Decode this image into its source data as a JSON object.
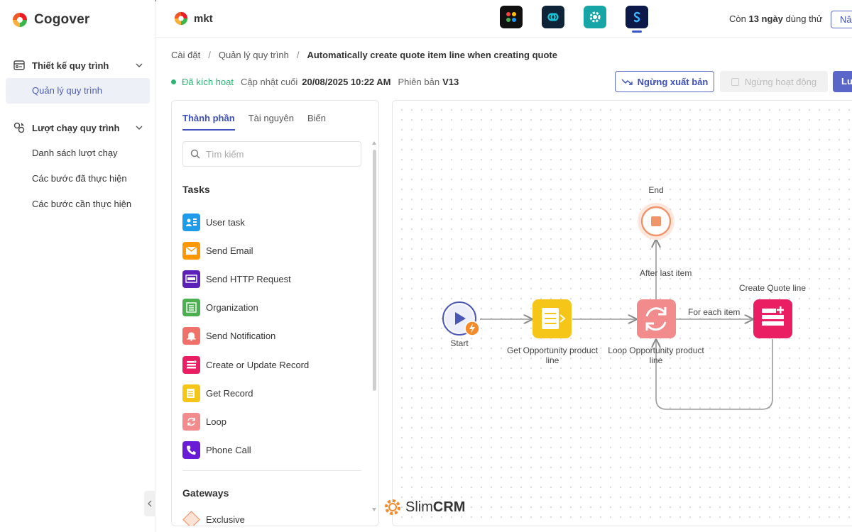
{
  "brand": {
    "name": "Cogover"
  },
  "workspace": {
    "name": "mkt"
  },
  "sidebar": {
    "groups": [
      {
        "label": "Thiết kế quy trình",
        "items": [
          {
            "label": "Quản lý quy trình",
            "active": true
          }
        ]
      },
      {
        "label": "Lượt chạy quy trình",
        "items": [
          {
            "label": "Danh sách lượt chạy"
          },
          {
            "label": "Các bước đã thực hiện"
          },
          {
            "label": "Các bước cần thực hiện"
          }
        ]
      }
    ]
  },
  "topbar": {
    "apps": [
      "app-hub-icon",
      "link-app-icon",
      "settings-app-icon",
      "slim-app-icon"
    ],
    "trial_prefix": "Còn",
    "trial_days": "13 ngày",
    "trial_suffix": "dùng thử",
    "upgrade_label": "Nâ"
  },
  "breadcrumb": {
    "items": [
      "Cài đặt",
      "Quản lý quy trình"
    ],
    "separator": "/",
    "current": "Automatically create quote item line when creating quote"
  },
  "status": {
    "state": "Đã kích hoạt",
    "updated_label": "Cập nhật cuối",
    "updated_value": "20/08/2025 10:22 AM",
    "version_label": "Phiên bản",
    "version_value": "V13"
  },
  "actions": {
    "unpublish": "Ngừng xuất bản",
    "deactivate": "Ngừng hoạt động",
    "save": "Lưu"
  },
  "panel": {
    "tabs": [
      "Thành phần",
      "Tài nguyên",
      "Biến"
    ],
    "active_tab": 0,
    "search_placeholder": "Tìm kiếm",
    "tasks_title": "Tasks",
    "tasks": [
      {
        "label": "User task",
        "icon": "user-task-icon",
        "color": "#1e9be9"
      },
      {
        "label": "Send Email",
        "icon": "email-icon",
        "color": "#ff9800"
      },
      {
        "label": "Send HTTP Request",
        "icon": "http-icon",
        "color": "#5b21b6"
      },
      {
        "label": "Organization",
        "icon": "organization-icon",
        "color": "#4caf50"
      },
      {
        "label": "Send Notification",
        "icon": "bell-icon",
        "color": "#f0706a"
      },
      {
        "label": "Create or Update Record",
        "icon": "record-icon",
        "color": "#e91e63"
      },
      {
        "label": "Get Record",
        "icon": "get-record-icon",
        "color": "#f5c518"
      },
      {
        "label": "Loop",
        "icon": "loop-icon",
        "color": "#f28b8b"
      },
      {
        "label": "Phone Call",
        "icon": "phone-icon",
        "color": "#6a1bd6"
      }
    ],
    "gateways_title": "Gateways",
    "gateway_first": "Exclusive"
  },
  "flow": {
    "nodes": [
      {
        "id": "start",
        "label": "Start"
      },
      {
        "id": "get",
        "label": "Get Opportunity product line"
      },
      {
        "id": "loop",
        "label": "Loop Opportunity product line"
      },
      {
        "id": "create",
        "label": "Create Quote line"
      },
      {
        "id": "end",
        "label": "End"
      }
    ],
    "edges": [
      {
        "from": "loop",
        "to": "end",
        "label": "After last item"
      },
      {
        "from": "loop",
        "to": "create",
        "label": "For each item"
      }
    ]
  },
  "watermark": {
    "prefix": "Slim",
    "suffix": "CRM"
  },
  "colors": {
    "accent": "#3d4fb8",
    "success": "#2bb673",
    "primary_button": "#5a67c8"
  }
}
